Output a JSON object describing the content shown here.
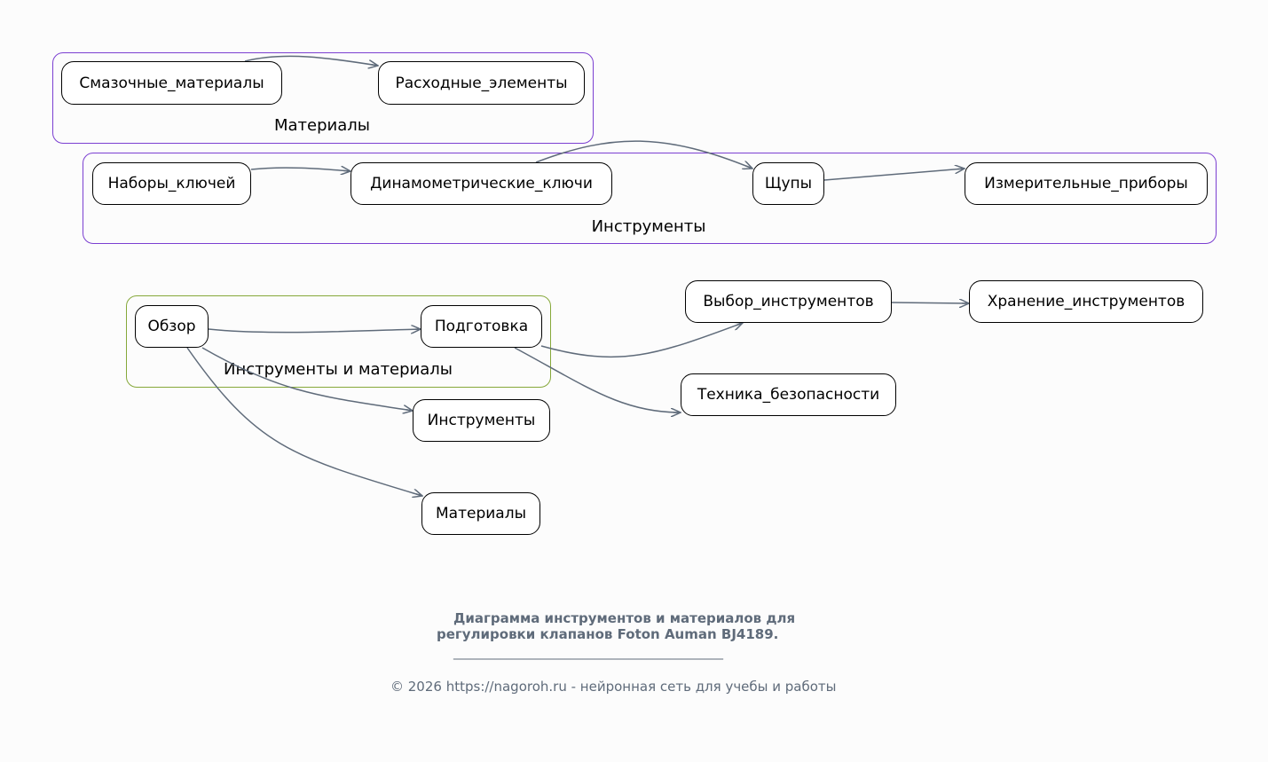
{
  "clusters": {
    "materials": "Материалы",
    "tools": "Инструменты",
    "tools_materials": "Инструменты и материалы"
  },
  "nodes": {
    "lubricants": "Смазочные_материалы",
    "consumables": "Расходные_элементы",
    "wrench_sets": "Наборы_ключей",
    "torque_wrenches": "Динамометрические_ключи",
    "feelers": "Щупы",
    "measuring": "Измерительные_приборы",
    "overview": "Обзор",
    "preparation": "Подготовка",
    "tool_choice": "Выбор_инструментов",
    "tool_storage": "Хранение_инструментов",
    "safety": "Техника_безопасности",
    "tools": "Инструменты",
    "materials": "Материалы"
  },
  "caption": {
    "line1": "Диаграмма инструментов и материалов для",
    "line2": "регулировки клапанов Foton Auman BJ4189.",
    "rule": "______________________________________________",
    "footer": "© 2026 https://nagoroh.ru - нейронная сеть для учебы и работы"
  },
  "colors": {
    "edge": "#5f6b7a",
    "cluster_purple": "#7b3fd1",
    "cluster_green": "#86a83a"
  }
}
